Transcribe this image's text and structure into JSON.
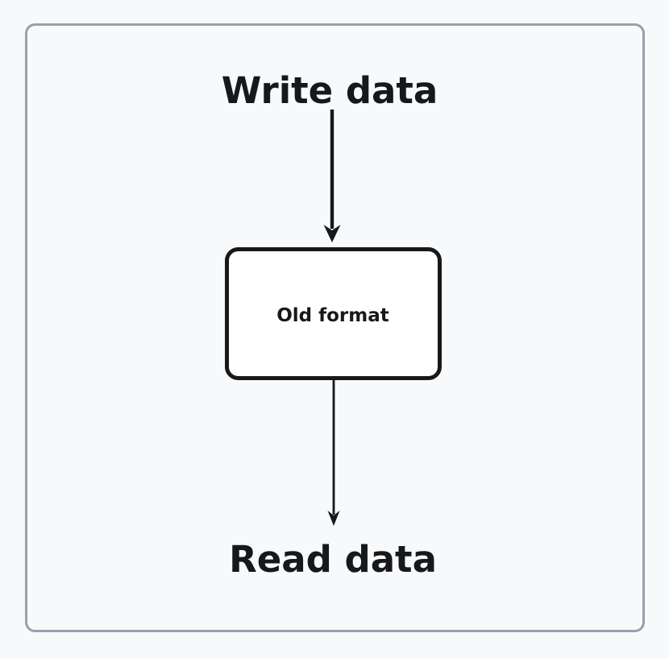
{
  "diagram": {
    "title_text": "",
    "background_color": "#f8f9fb",
    "frame": {
      "name": "outer-frame",
      "border_color": "#98a0ad",
      "fill_color": "#f8f9fb",
      "border_width": 3,
      "corner_radius": 10
    },
    "nodes": [
      {
        "id": "old-format",
        "label": "Old format",
        "shape": "rounded-rectangle",
        "fill_color": "#ffffff",
        "border_color": "#17181a",
        "border_width": 5,
        "corner_radius": 14,
        "font_size": 22
      }
    ],
    "labels": [
      {
        "id": "write-data",
        "text": "Write data",
        "font_size": 44,
        "color": "#17181a"
      },
      {
        "id": "read-data",
        "text": "Read data",
        "font_size": 44,
        "color": "#17181a"
      }
    ],
    "edges": [
      {
        "id": "write-to-oldformat",
        "from": "write-data",
        "to": "old-format",
        "label": "",
        "color": "#17181a",
        "stroke_width": 4,
        "arrowhead": "solid-triangle"
      },
      {
        "id": "oldformat-to-read",
        "from": "old-format",
        "to": "read-data",
        "label": "",
        "color": "#17181a",
        "stroke_width": 2.6,
        "arrowhead": "solid-triangle"
      }
    ]
  }
}
